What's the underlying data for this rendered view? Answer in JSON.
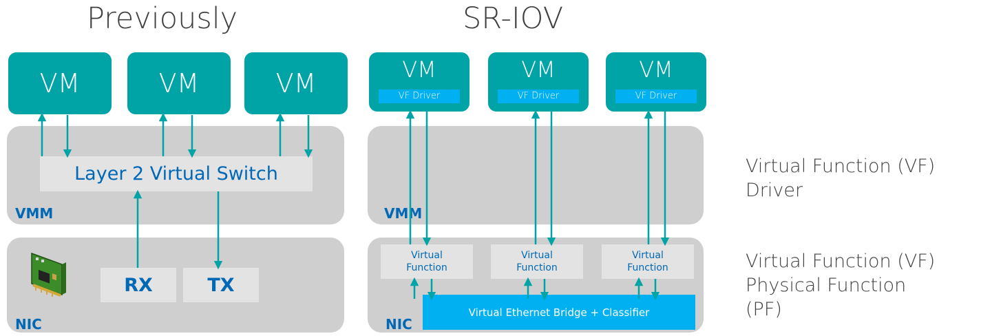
{
  "left": {
    "title": "Previously",
    "vms": [
      "VM",
      "VM",
      "VM"
    ],
    "switch_label": "Layer 2 Virtual Switch",
    "vmm_label": "VMM",
    "rx_label": "RX",
    "tx_label": "TX",
    "nic_label": "NIC"
  },
  "right": {
    "title": "SR-IOV",
    "vms": [
      {
        "name": "VM",
        "driver": "VF Driver"
      },
      {
        "name": "VM",
        "driver": "VF Driver"
      },
      {
        "name": "VM",
        "driver": "VF Driver"
      }
    ],
    "vmm_label": "VMM",
    "virtual_functions": [
      "Virtual\nFunction",
      "Virtual\nFunction",
      "Virtual\nFunction"
    ],
    "bridge_label": "Virtual Ethernet Bridge + Classifier",
    "nic_label": "NIC"
  },
  "legend": {
    "line1": "Virtual Function (VF)",
    "line2": "Driver",
    "line3": "Virtual Function (VF)",
    "line4": "Physical Function",
    "line5": "(PF)"
  },
  "colors": {
    "vm_teal": "#00a3a6",
    "driver_blue": "#00b0f0",
    "label_blue": "#0068b5",
    "panel_gray": "#cfcfcf",
    "box_gray": "#e3e3e3"
  }
}
